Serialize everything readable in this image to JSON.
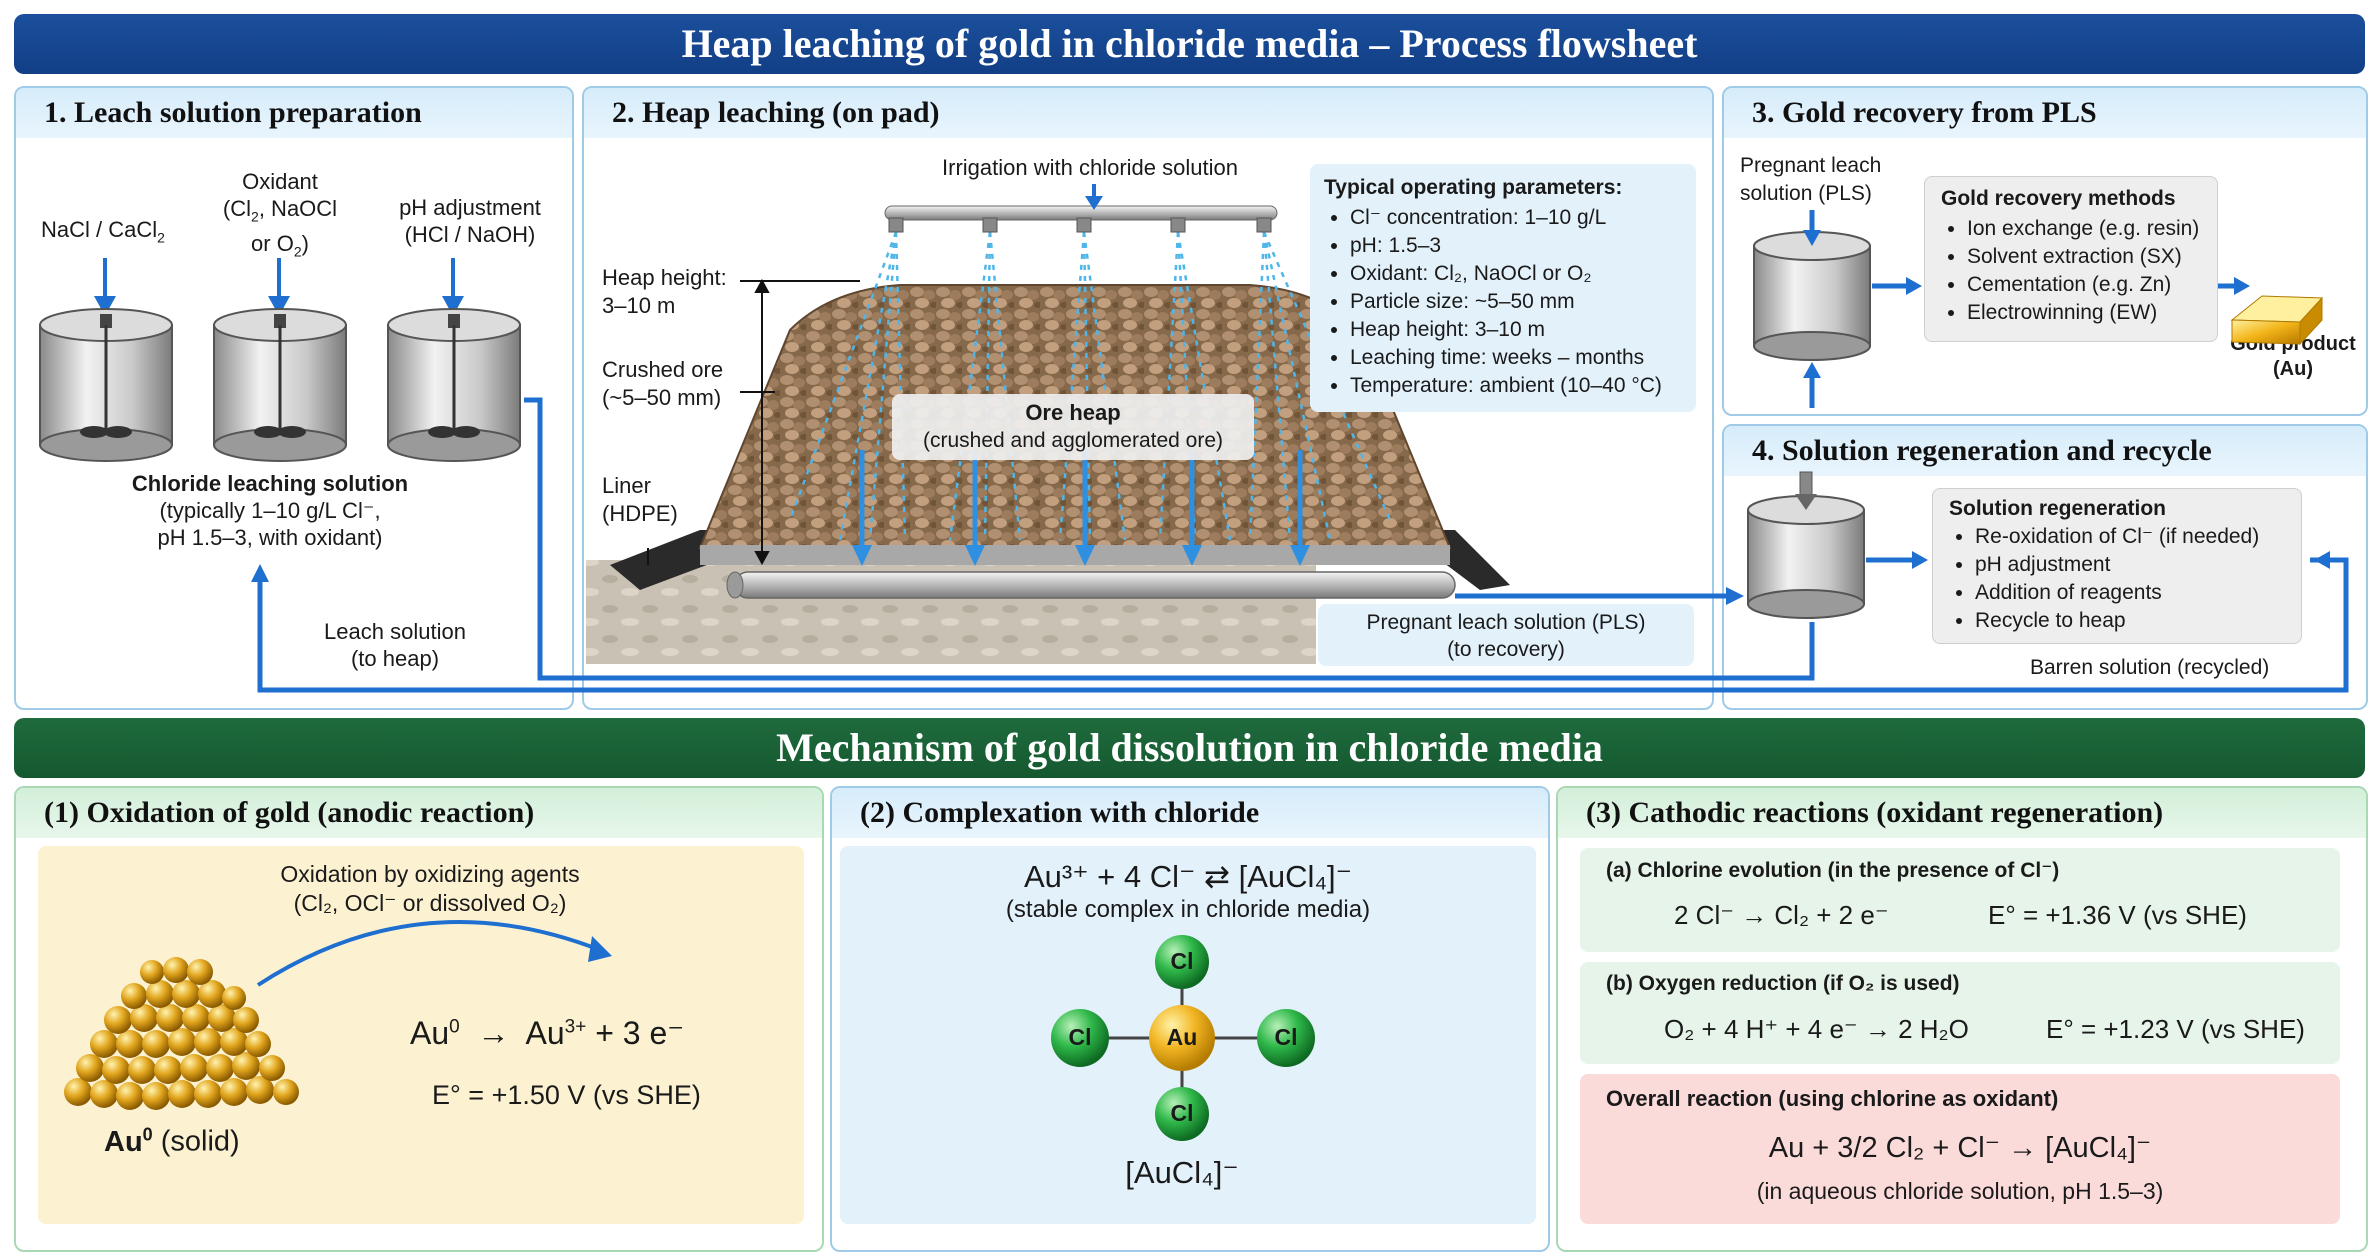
{
  "header_title": "Heap leaching of gold in chloride media – Process flowsheet",
  "panel1": {
    "title": "1.  Leach solution preparation",
    "reagent1": "NaCl / CaCl",
    "reagent1_sub": "2",
    "oxidant_line1": "Oxidant",
    "oxidant_line2a": "(Cl",
    "oxidant_line2_sub": "2",
    "oxidant_line2b": ", NaOCl",
    "oxidant_line3a": "or O",
    "oxidant_line3_sub": "2",
    "oxidant_line3b": ")",
    "ph_line1": "pH adjustment",
    "ph_line2": "(HCl / NaOH)",
    "solution_title": "Chloride leaching solution",
    "solution_line1": "(typically 1–10 g/L Cl⁻,",
    "solution_line2": "pH 1.5–3, with oxidant)",
    "leach_label_line1": "Leach solution",
    "leach_label_line2": "(to heap)"
  },
  "panel2": {
    "title": "2.  Heap leaching (on pad)",
    "irrigation": "Irrigation with chloride solution",
    "heap_height_line1": "Heap height:",
    "heap_height_line2": "3–10 m",
    "crushed_line1": "Crushed ore",
    "crushed_line2": "(~5–50 mm)",
    "liner_line1": "Liner",
    "liner_line2": "(HDPE)",
    "ore_heap_title": "Ore heap",
    "ore_heap_sub": "(crushed and agglomerated ore)",
    "params_title": "Typical operating parameters:",
    "params": [
      "Cl⁻ concentration: 1–10 g/L",
      "pH: 1.5–3",
      "Oxidant: Cl₂, NaOCl or O₂",
      "Particle size: ~5–50 mm",
      "Heap height: 3–10 m",
      "Leaching time: weeks – months",
      "Temperature: ambient (10–40 °C)"
    ],
    "pls_line1": "Pregnant leach solution (PLS)",
    "pls_line2": "(to recovery)"
  },
  "panel3": {
    "title": "3.  Gold recovery from PLS",
    "pls_line1": "Pregnant leach",
    "pls_line2": "solution (PLS)",
    "methods_title": "Gold recovery methods",
    "methods": [
      "Ion exchange (e.g. resin)",
      "Solvent extraction (SX)",
      "Cementation (e.g. Zn)",
      "Electrowinning (EW)"
    ],
    "product_line1": "Gold product",
    "product_line2": "(Au)"
  },
  "panel4": {
    "title": "4.  Solution regeneration and recycle",
    "regen_title": "Solution regeneration",
    "regen_items": [
      "Re-oxidation of Cl⁻ (if needed)",
      "pH adjustment",
      "Addition of reagents",
      "Recycle to heap"
    ],
    "barren": "Barren solution (recycled)"
  },
  "mechanism_title": "Mechanism of gold dissolution in chloride media",
  "mech1": {
    "title": "(1)  Oxidation of gold (anodic reaction)",
    "agent_line1": "Oxidation by oxidizing agents",
    "agent_line2": "(Cl₂, OCl⁻ or dissolved O₂)",
    "eq_au": "Au",
    "eq_sup0": "0",
    "eq_arrow": "→",
    "eq_au3": "Au",
    "eq_sup3": "3+",
    "eq_rest": "+ 3 e⁻",
    "potential": "E° = +1.50 V (vs SHE)",
    "solid_au": "Au",
    "solid_sup": "0",
    "solid_label": "(solid)"
  },
  "mech2": {
    "title": "(2)  Complexation with chloride",
    "eq": "Au³⁺ + 4 Cl⁻  ⇄  [AuCl₄]⁻",
    "eq_sub": "(stable complex in chloride media)",
    "atom_cl": "Cl",
    "atom_au": "Au",
    "complex_label": "[AuCl₄]⁻"
  },
  "mech3": {
    "title": "(3)  Cathodic reactions (oxidant regeneration)",
    "a_title": "(a)  Chlorine evolution (in the presence of Cl⁻)",
    "a_eq": "2 Cl⁻  →  Cl₂ + 2 e⁻",
    "a_pot": "E° = +1.36 V (vs SHE)",
    "b_title": "(b)  Oxygen reduction (if O₂ is used)",
    "b_eq": "O₂ + 4 H⁺ + 4 e⁻  →  2 H₂O",
    "b_pot": "E° = +1.23 V (vs SHE)",
    "overall_title": "Overall reaction (using chlorine as oxidant)",
    "overall_eq": "Au + 3/2 Cl₂ + Cl⁻  →  [AuCl₄]⁻",
    "overall_sub": "(in aqueous chloride solution, pH 1.5–3)"
  },
  "colors": {
    "header_blue": "#1b4f9c",
    "header_green": "#1f6b3e",
    "flow_blue": "#1f6fd0",
    "spray_blue": "#4fb6ea"
  }
}
